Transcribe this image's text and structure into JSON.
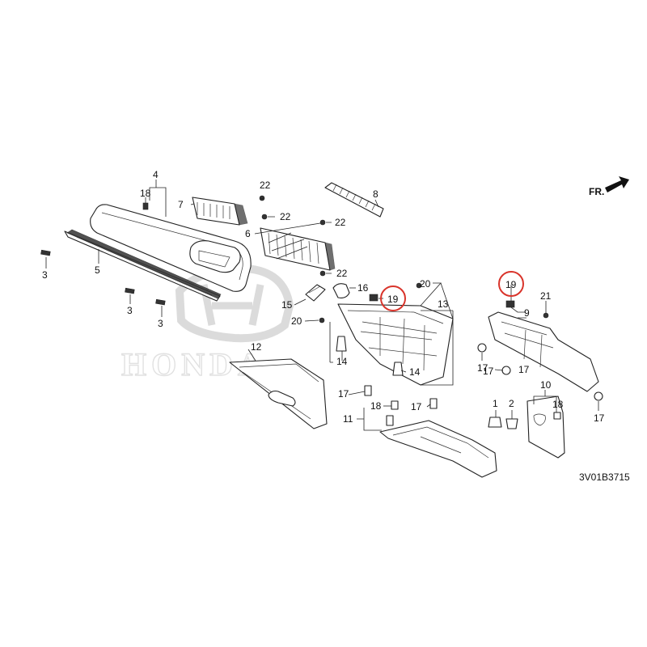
{
  "diagram": {
    "brand_watermark": "HONDA",
    "diagram_code": "3V01B3715",
    "front_indicator": "FR.",
    "highlight_color": "#d9342b",
    "highlighted_part": "19",
    "labels": {
      "p1": "1",
      "p2": "2",
      "p3a": "3",
      "p3b": "3",
      "p3c": "3",
      "p4": "4",
      "p5": "5",
      "p6": "6",
      "p7": "7",
      "p8": "8",
      "p9": "9",
      "p10": "10",
      "p11": "11",
      "p12": "12",
      "p13": "13",
      "p14a": "14",
      "p14b": "14",
      "p15": "15",
      "p16": "16",
      "p17a": "17",
      "p17b": "17",
      "p17c": "17",
      "p17d": "17",
      "p17e": "17",
      "p17f": "17",
      "p18a": "18",
      "p18b": "18",
      "p18c": "18",
      "p19a": "19",
      "p19b": "19",
      "p20a": "20",
      "p20b": "20",
      "p21": "21",
      "p22a": "22",
      "p22b": "22",
      "p22c": "22",
      "p22d": "22"
    }
  }
}
